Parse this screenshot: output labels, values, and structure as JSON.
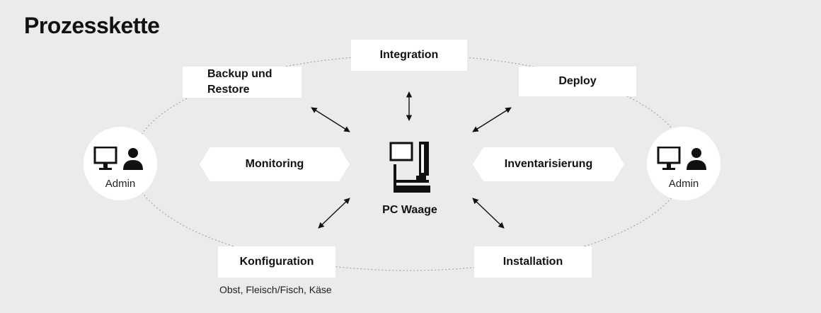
{
  "title": "Prozesskette",
  "nodes": {
    "integration": "Integration",
    "backup_restore": "Backup und Restore",
    "deploy": "Deploy",
    "monitoring": "Monitoring",
    "inventarisierung": "Inventarisierung",
    "konfiguration": "Konfiguration",
    "installation": "Installation"
  },
  "center": {
    "label": "PC Waage",
    "icon": "scale-terminal-icon"
  },
  "admins": [
    {
      "label": "Admin",
      "icons": [
        "monitor-icon",
        "person-icon"
      ]
    },
    {
      "label": "Admin",
      "icons": [
        "monitor-icon",
        "person-icon"
      ]
    }
  ],
  "konfiguration_note": "Obst, Fleisch/Fisch, Käse",
  "colors": {
    "background": "#ebebeb",
    "box": "#ffffff",
    "ink": "#111111",
    "ring": "#9a9a9a"
  }
}
